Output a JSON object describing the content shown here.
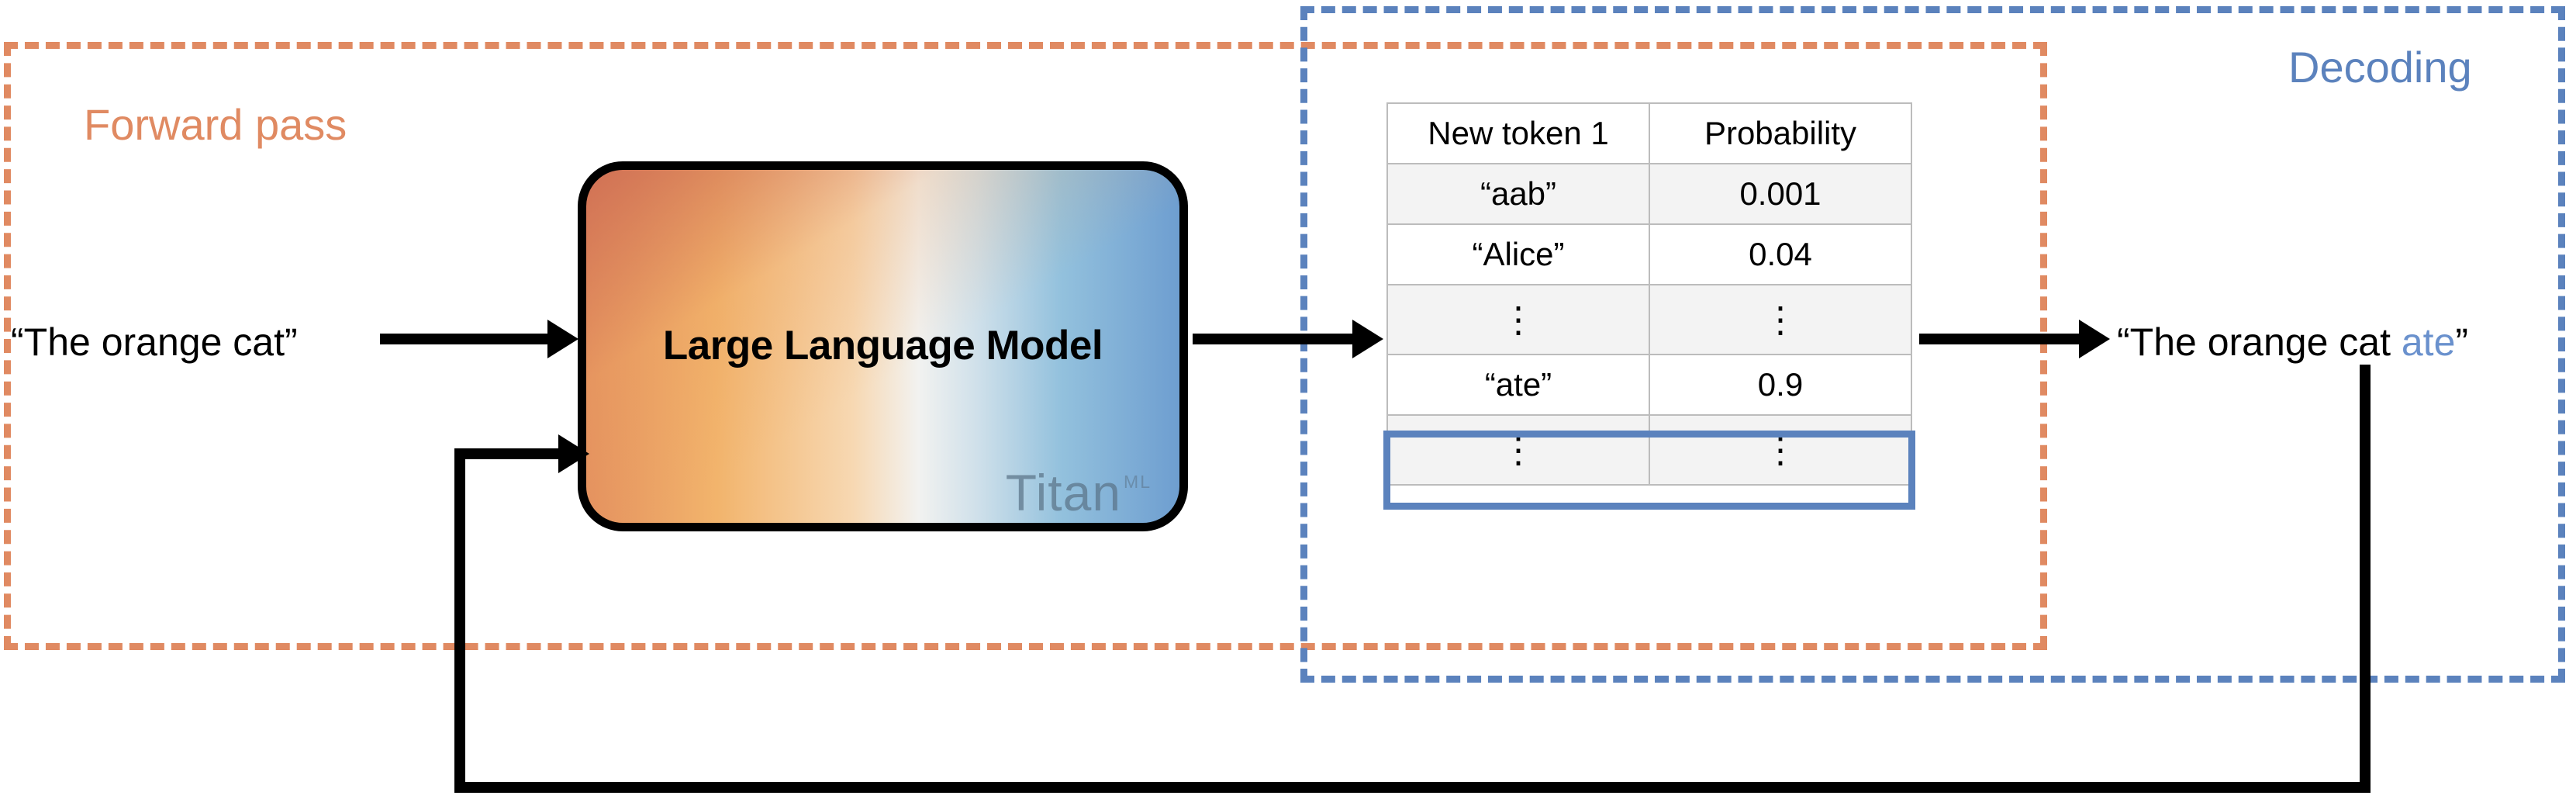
{
  "regions": {
    "forward_pass": {
      "label": "Forward pass",
      "color": "#e08a62"
    },
    "decoding": {
      "label": "Decoding",
      "color": "#5b82bd"
    }
  },
  "model": {
    "label": "Large Language Model",
    "logo_word": "Titan",
    "logo_suffix": "ML"
  },
  "flow": {
    "input_text": "“The orange cat”",
    "output_prefix": "“The orange cat ",
    "output_new_token": "ate",
    "output_suffix": "”",
    "new_token_color": "#6a91cd"
  },
  "table": {
    "headers": [
      "New token 1",
      "Probability"
    ],
    "rows": [
      {
        "token": "“aab”",
        "probability": "0.001",
        "highlighted": false,
        "ellipsis": false
      },
      {
        "token": "“Alice”",
        "probability": "0.04",
        "highlighted": false,
        "ellipsis": false
      },
      {
        "token": "⋮",
        "probability": "⋮",
        "highlighted": false,
        "ellipsis": true
      },
      {
        "token": "“ate”",
        "probability": "0.9",
        "highlighted": true,
        "ellipsis": false
      },
      {
        "token": "⋮",
        "probability": "⋮",
        "highlighted": false,
        "ellipsis": true
      }
    ],
    "highlight_color": "#5b82bd"
  }
}
